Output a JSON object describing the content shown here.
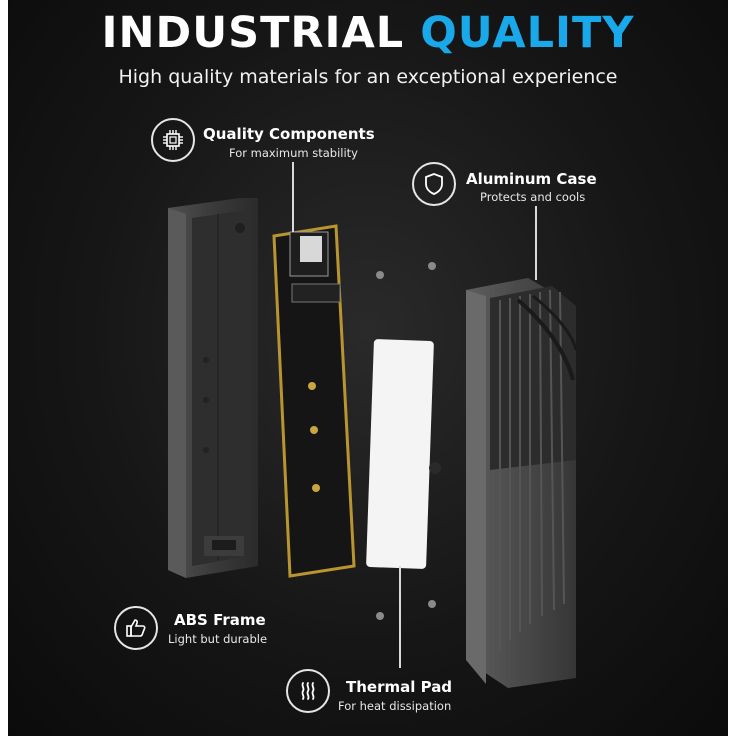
{
  "headline": {
    "main": "INDUSTRIAL",
    "accent": "QUALITY"
  },
  "subheadline": "High quality materials for an exceptional experience",
  "callouts": {
    "quality_components": {
      "title": "Quality Components",
      "desc": "For maximum stability",
      "icon": "chip-icon"
    },
    "aluminum_case": {
      "title": "Aluminum Case",
      "desc": "Protects and cools",
      "icon": "shield-icon"
    },
    "abs_frame": {
      "title": "ABS Frame",
      "desc": "Light but durable",
      "icon": "thumbs-up-icon"
    },
    "thermal_pad": {
      "title": "Thermal Pad",
      "desc": "For heat dissipation",
      "icon": "heat-waves-icon"
    }
  },
  "colors": {
    "accent": "#19a9ea",
    "background": "#161616",
    "pcb": "#151515",
    "pad": "#f4f4f4",
    "case": "#4a4a4a"
  }
}
